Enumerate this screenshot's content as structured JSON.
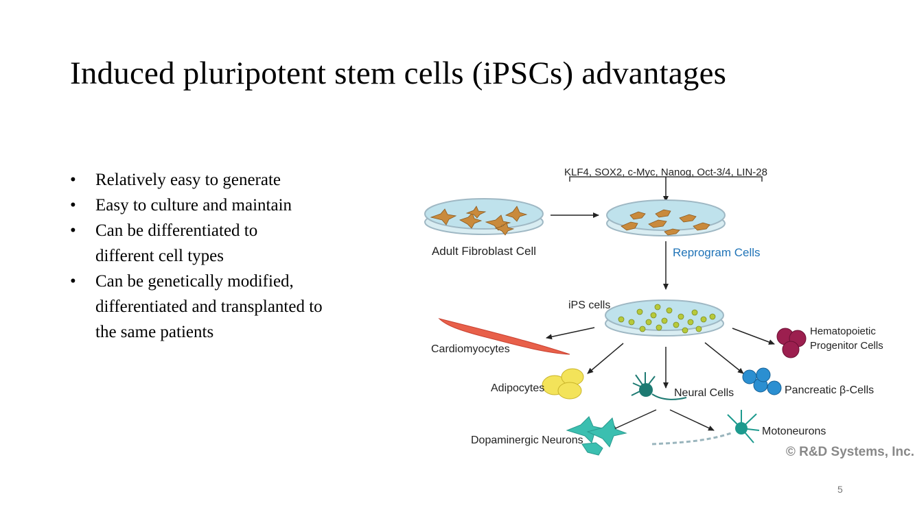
{
  "slide": {
    "title": "Induced pluripotent stem cells (iPSCs) advantages",
    "page_number": "5"
  },
  "bullets": [
    {
      "marker": "•",
      "text": "Relatively easy to generate"
    },
    {
      "marker": "•",
      "text": "Easy to culture and maintain"
    },
    {
      "marker": "•",
      "text": "Can be differentiated to different cell types"
    },
    {
      "marker": "•",
      "text": "Can be genetically modified, differentiated and transplanted to the same patients"
    }
  ],
  "diagram": {
    "factors": "KLF4, SOX2, c-Myc, Nanog, Oct-3/4, LIN-28",
    "adult_fibroblast": "Adult Fibroblast Cell",
    "reprogram": "Reprogram Cells",
    "ips_cells": "iPS cells",
    "cardiomyocytes": "Cardiomyocytes",
    "hematopoietic_line1": "Hematopoietic",
    "hematopoietic_line2": "Progenitor Cells",
    "adipocytes": "Adipocytes",
    "neural_cells": "Neural Cells",
    "pancreatic": "Pancreatic β-Cells",
    "dopaminergic": "Dopaminergic Neurons",
    "motoneurons": "Motoneurons",
    "copyright": "© R&D Systems, Inc.",
    "colors": {
      "dish_rim": "#9fb8c4",
      "medium": "#bfe2ec",
      "fibroblast": "#c98a3c",
      "ips_colony": "#b7c93a",
      "cardio": "#e8604a",
      "hemato": "#9c1f4f",
      "adipocyte": "#f3e35a",
      "neural": "#1d7a72",
      "pancreatic": "#2b8fd1",
      "dopaminergic": "#3bbfb0",
      "reprogram_text": "#1f73b7"
    }
  }
}
